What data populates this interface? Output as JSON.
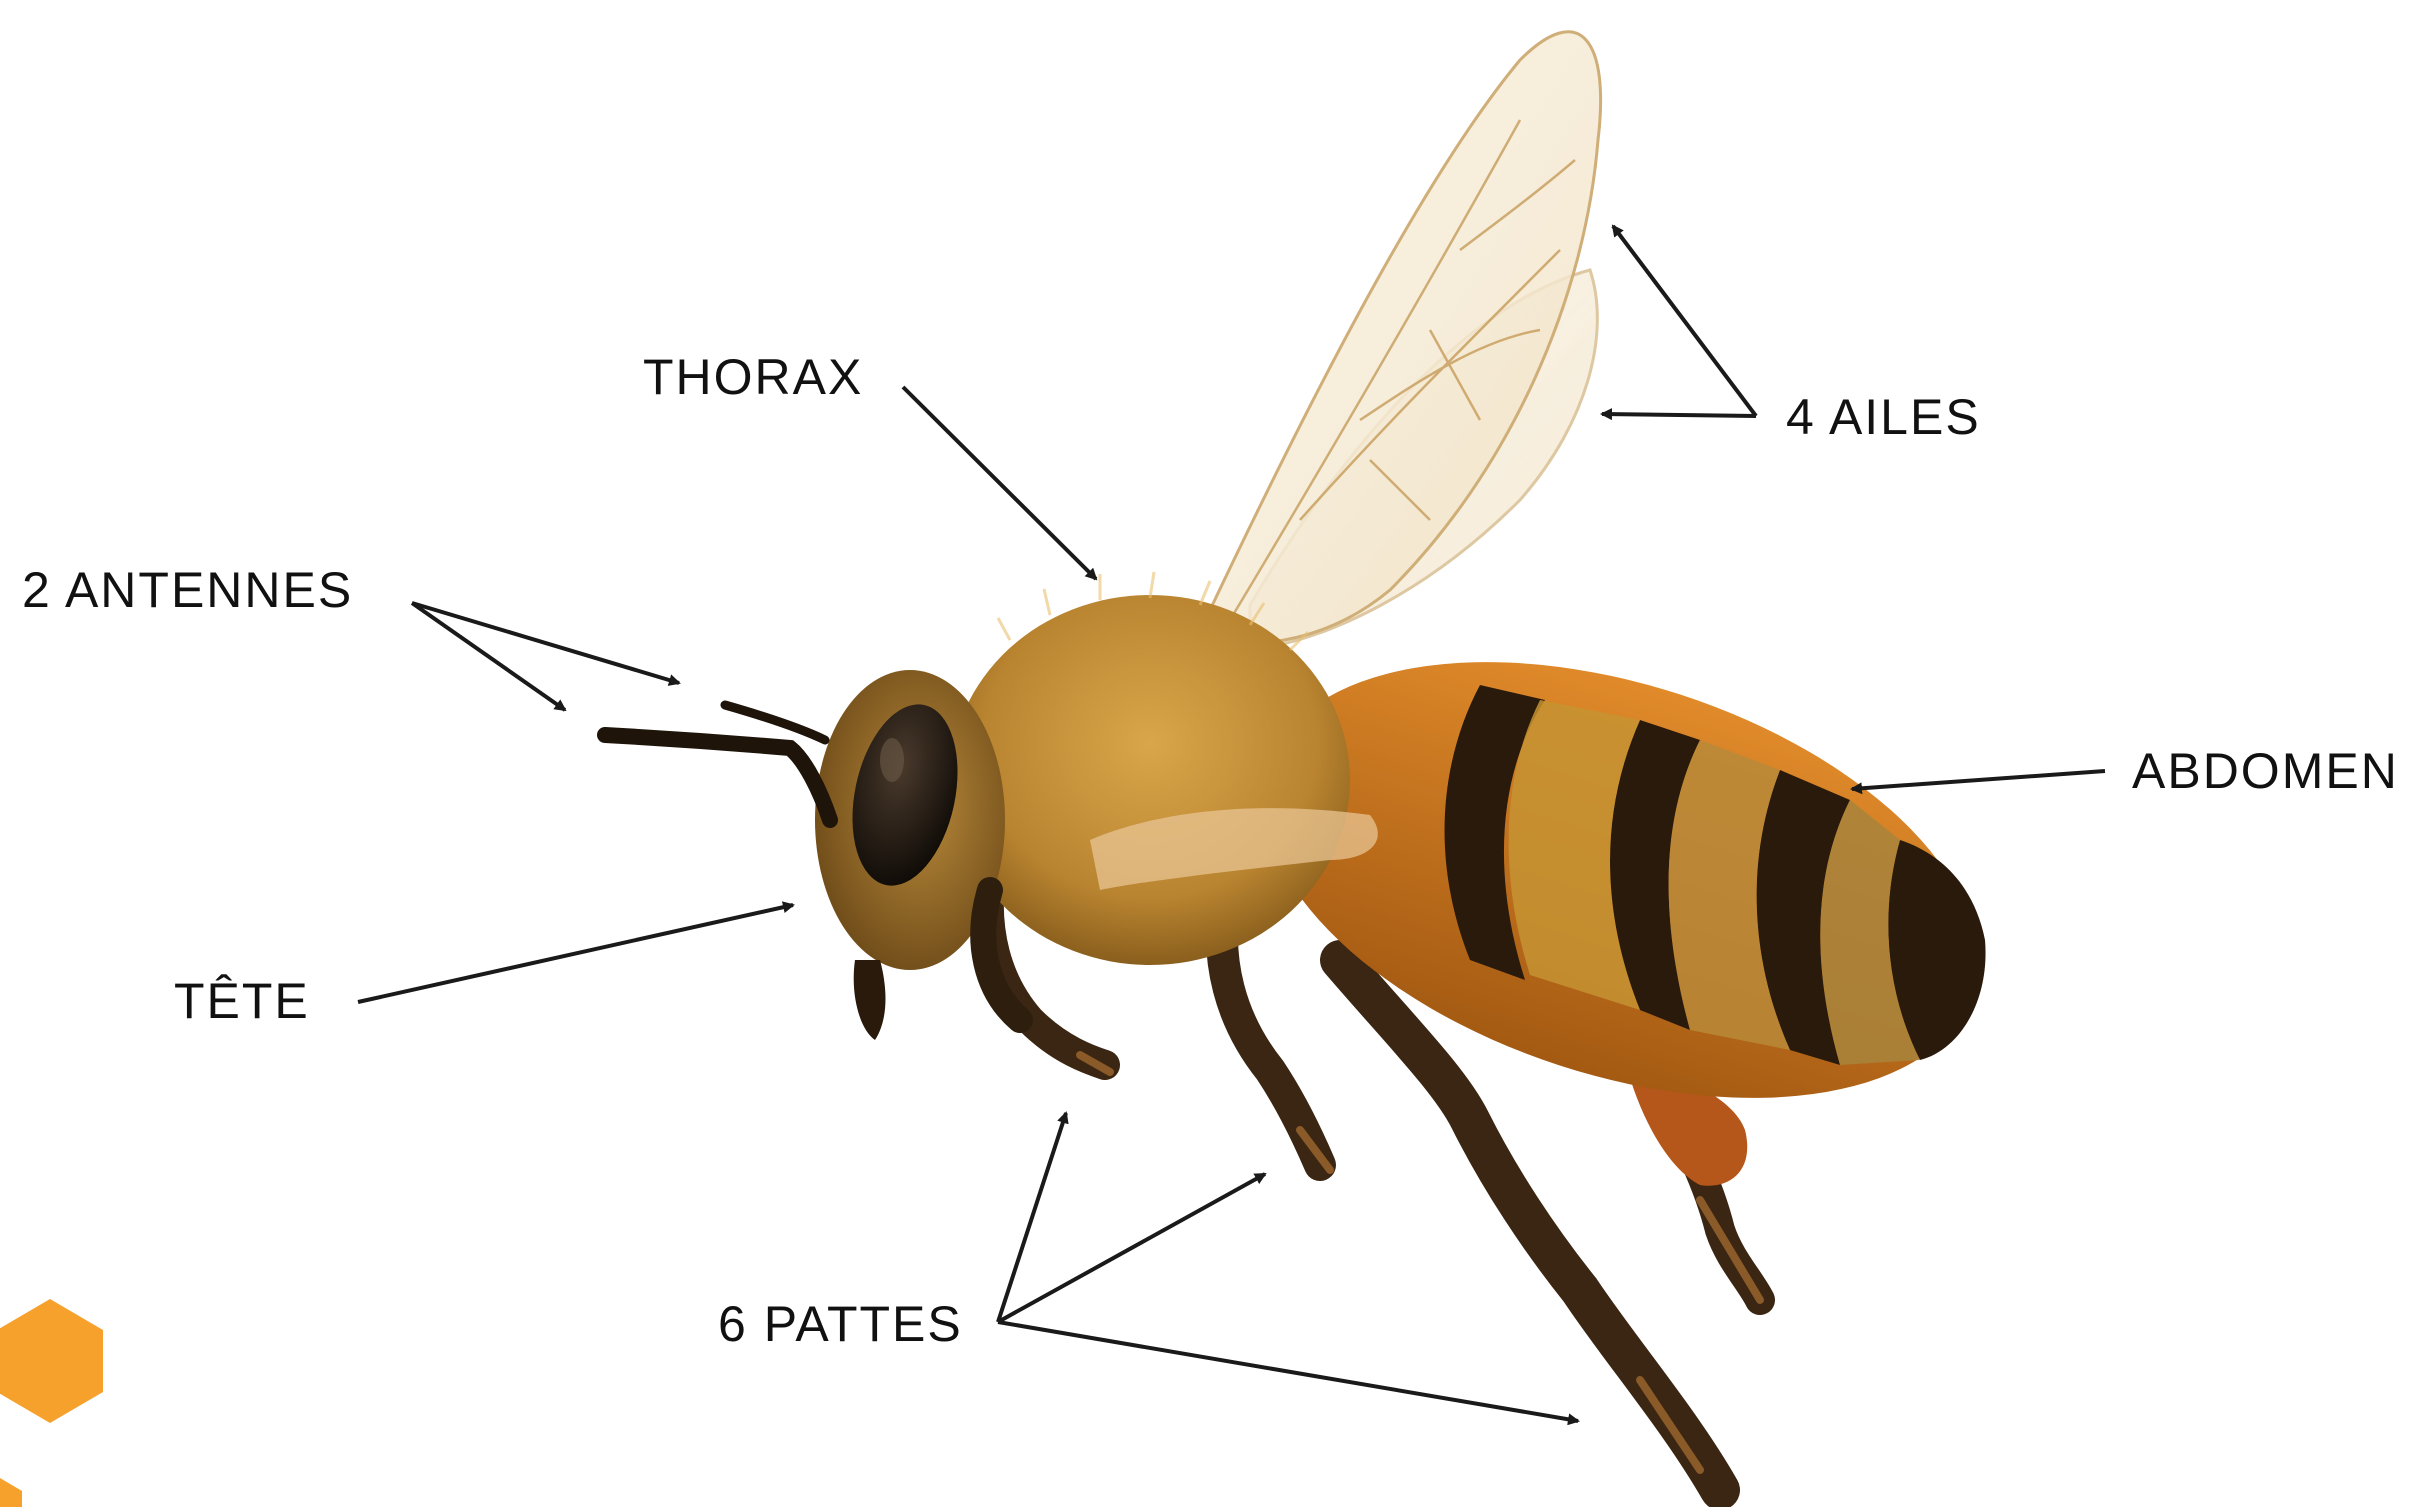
{
  "labels": {
    "thorax": "THORAX",
    "ailes": "4 AILES",
    "antennes": "2 ANTENNES",
    "abdomen": "ABDOMEN",
    "tete": "TÊTE",
    "pattes": "6 PATTES"
  },
  "colors": {
    "background": "#ffffff",
    "text": "#111111",
    "arrow": "#1a1a1a",
    "hexagon": "#f7a12d",
    "bee_orange": "#d9781b",
    "bee_dark": "#2a1a0c",
    "bee_fuzz": "#c99a3e",
    "wing": "#f6ecd8"
  },
  "icons": {
    "logo": "hexagon-icon"
  }
}
